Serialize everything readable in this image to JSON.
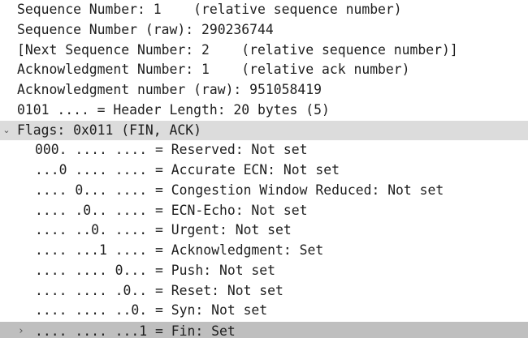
{
  "packet_details": {
    "rows": [
      {
        "text": "Sequence Number: 1    (relative sequence number)",
        "level": 0,
        "highlight": false,
        "selected": false,
        "expander": ""
      },
      {
        "text": "Sequence Number (raw): 290236744",
        "level": 0,
        "highlight": false,
        "selected": false,
        "expander": ""
      },
      {
        "text": "[Next Sequence Number: 2    (relative sequence number)]",
        "level": 0,
        "highlight": false,
        "selected": false,
        "expander": ""
      },
      {
        "text": "Acknowledgment Number: 1    (relative ack number)",
        "level": 0,
        "highlight": false,
        "selected": false,
        "expander": ""
      },
      {
        "text": "Acknowledgment number (raw): 951058419",
        "level": 0,
        "highlight": false,
        "selected": false,
        "expander": ""
      },
      {
        "text": "0101 .... = Header Length: 20 bytes (5)",
        "level": 0,
        "highlight": false,
        "selected": false,
        "expander": ""
      },
      {
        "text": "Flags: 0x011 (FIN, ACK)",
        "level": 0,
        "highlight": true,
        "selected": false,
        "expander": "expanded"
      },
      {
        "text": "000. .... .... = Reserved: Not set",
        "level": 1,
        "highlight": false,
        "selected": false,
        "expander": ""
      },
      {
        "text": "...0 .... .... = Accurate ECN: Not set",
        "level": 1,
        "highlight": false,
        "selected": false,
        "expander": ""
      },
      {
        "text": ".... 0... .... = Congestion Window Reduced: Not set",
        "level": 1,
        "highlight": false,
        "selected": false,
        "expander": ""
      },
      {
        "text": ".... .0.. .... = ECN-Echo: Not set",
        "level": 1,
        "highlight": false,
        "selected": false,
        "expander": ""
      },
      {
        "text": ".... ..0. .... = Urgent: Not set",
        "level": 1,
        "highlight": false,
        "selected": false,
        "expander": ""
      },
      {
        "text": ".... ...1 .... = Acknowledgment: Set",
        "level": 1,
        "highlight": false,
        "selected": false,
        "expander": ""
      },
      {
        "text": ".... .... 0... = Push: Not set",
        "level": 1,
        "highlight": false,
        "selected": false,
        "expander": ""
      },
      {
        "text": ".... .... .0.. = Reset: Not set",
        "level": 1,
        "highlight": false,
        "selected": false,
        "expander": ""
      },
      {
        "text": ".... .... ..0. = Syn: Not set",
        "level": 1,
        "highlight": false,
        "selected": false,
        "expander": ""
      },
      {
        "text": ".... .... ...1 = Fin: Set",
        "level": 1,
        "highlight": false,
        "selected": true,
        "expander": "collapsed"
      }
    ]
  },
  "icons": {
    "expanded": "chevron-down-icon",
    "collapsed": "chevron-right-icon"
  },
  "colors": {
    "highlight": "#dcdcdc",
    "selected": "#bfbfbf",
    "text": "#1e1e1e"
  }
}
